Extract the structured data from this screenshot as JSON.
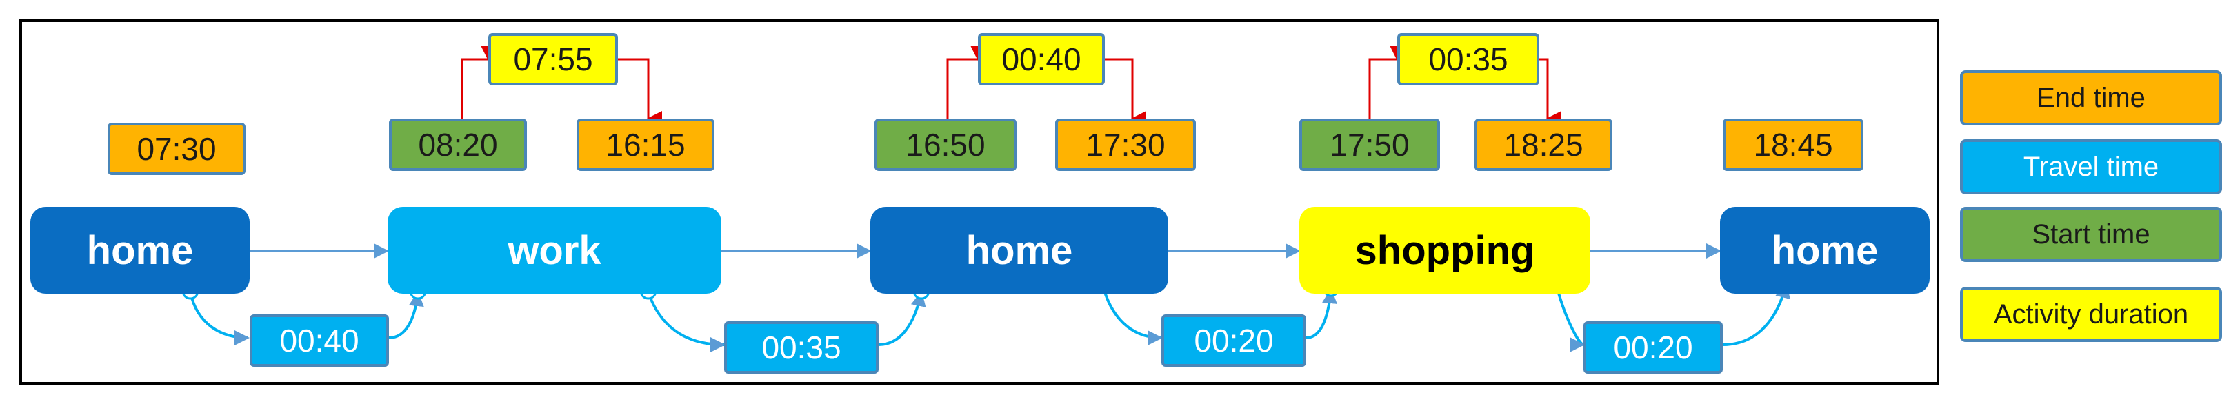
{
  "activities": [
    {
      "label": "home",
      "kind": "home"
    },
    {
      "label": "work",
      "kind": "work"
    },
    {
      "label": "home",
      "kind": "home"
    },
    {
      "label": "shopping",
      "kind": "shop"
    },
    {
      "label": "home",
      "kind": "home"
    }
  ],
  "times": {
    "end_1": "07:30",
    "start_2": "08:20",
    "duration_2": "07:55",
    "end_2": "16:15",
    "start_3": "16:50",
    "duration_3": "00:40",
    "end_3": "17:30",
    "start_4": "17:50",
    "duration_4": "00:35",
    "end_4": "18:25",
    "start_5": "18:45"
  },
  "travel": [
    "00:40",
    "00:35",
    "00:20",
    "00:20"
  ],
  "legend": {
    "end": "End time",
    "travel": "Travel time",
    "start": "Start time",
    "duration": "Activity duration"
  },
  "colors": {
    "home": "#0A6DC2",
    "work": "#00B0F0",
    "shopping": "#FFFF00",
    "end_time": "#FFB301",
    "travel_time": "#00B0F0",
    "start_time": "#70AD47",
    "activity_duration": "#FFFF00",
    "flow_arrow": "#5B9BD5",
    "duration_arrow": "#E00000"
  }
}
